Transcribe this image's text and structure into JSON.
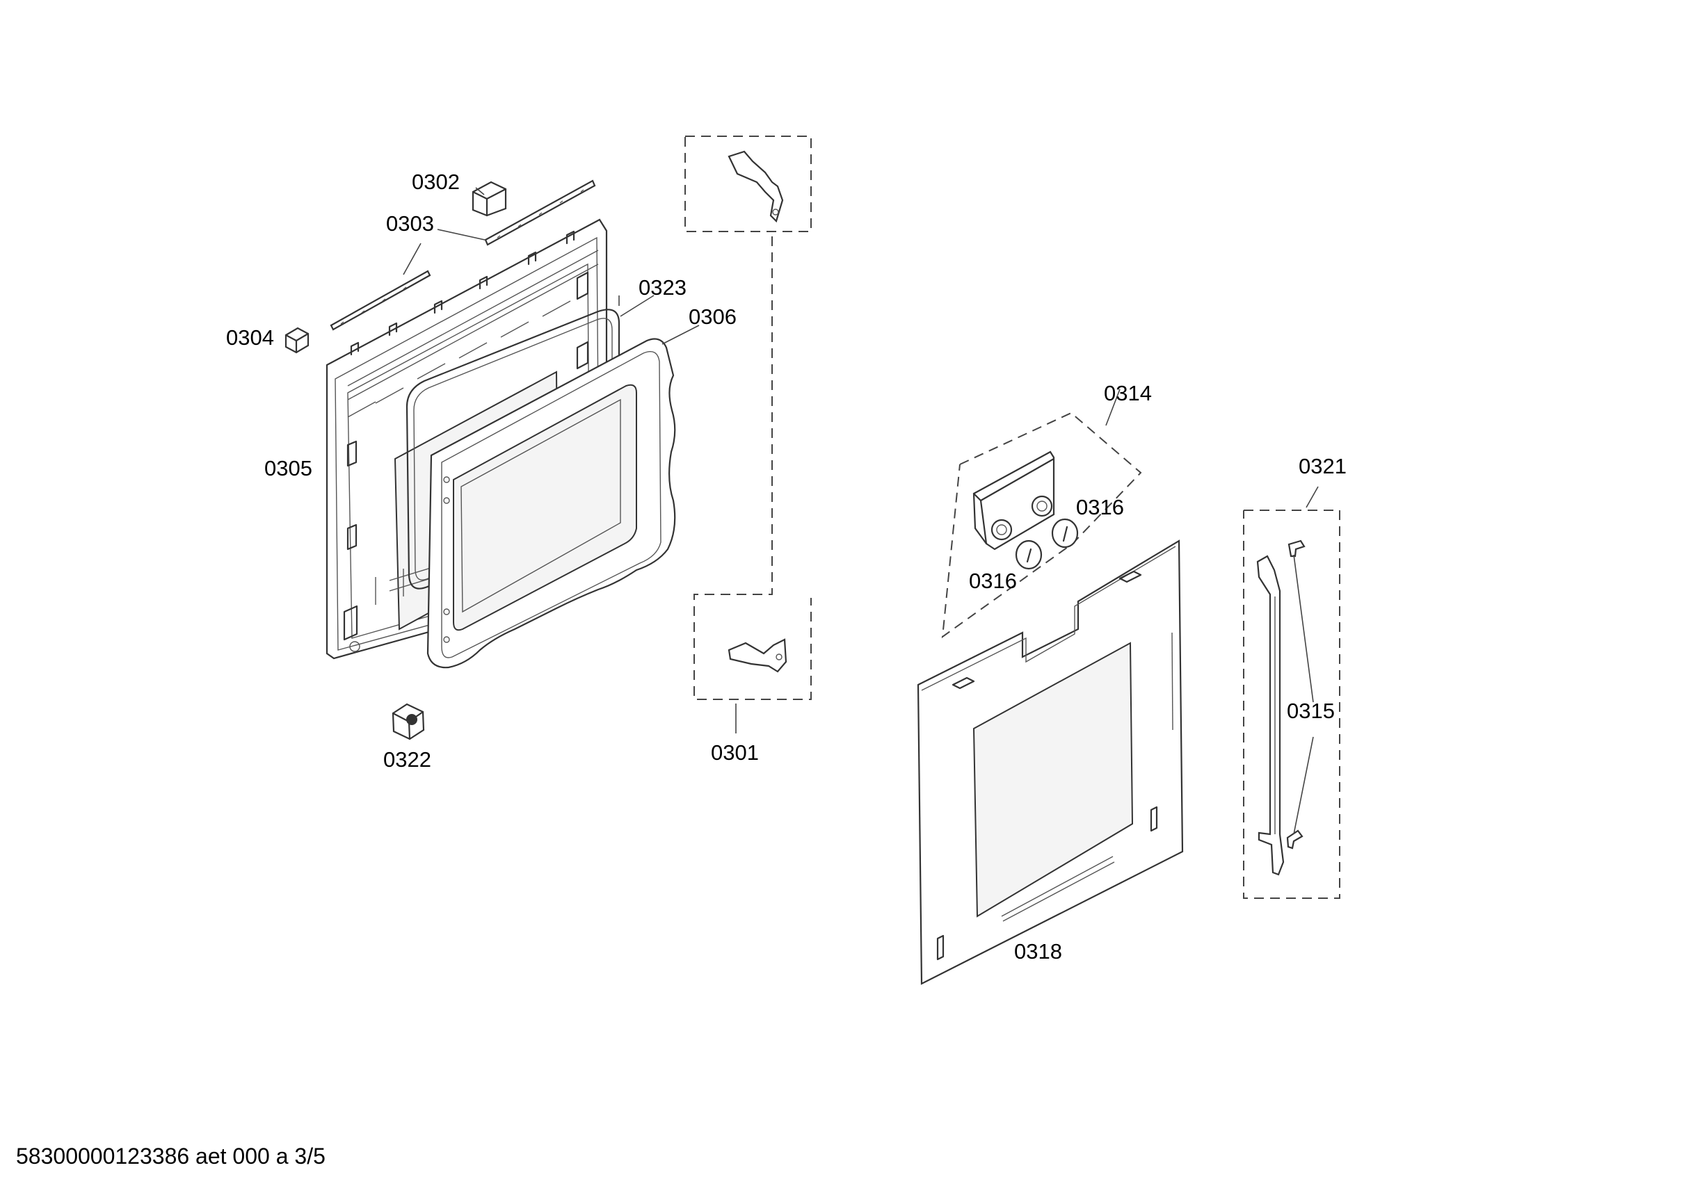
{
  "part_labels": {
    "p0301": "0301",
    "p0302": "0302",
    "p0303": "0303",
    "p0304": "0304",
    "p0305": "0305",
    "p0306": "0306",
    "p0314": "0314",
    "p0315": "0315",
    "p0316a": "0316",
    "p0316b": "0316",
    "p0318": "0318",
    "p0321": "0321",
    "p0322": "0322",
    "p0323": "0323"
  },
  "document_code": "58300000123386 aet 000 a 3/5"
}
